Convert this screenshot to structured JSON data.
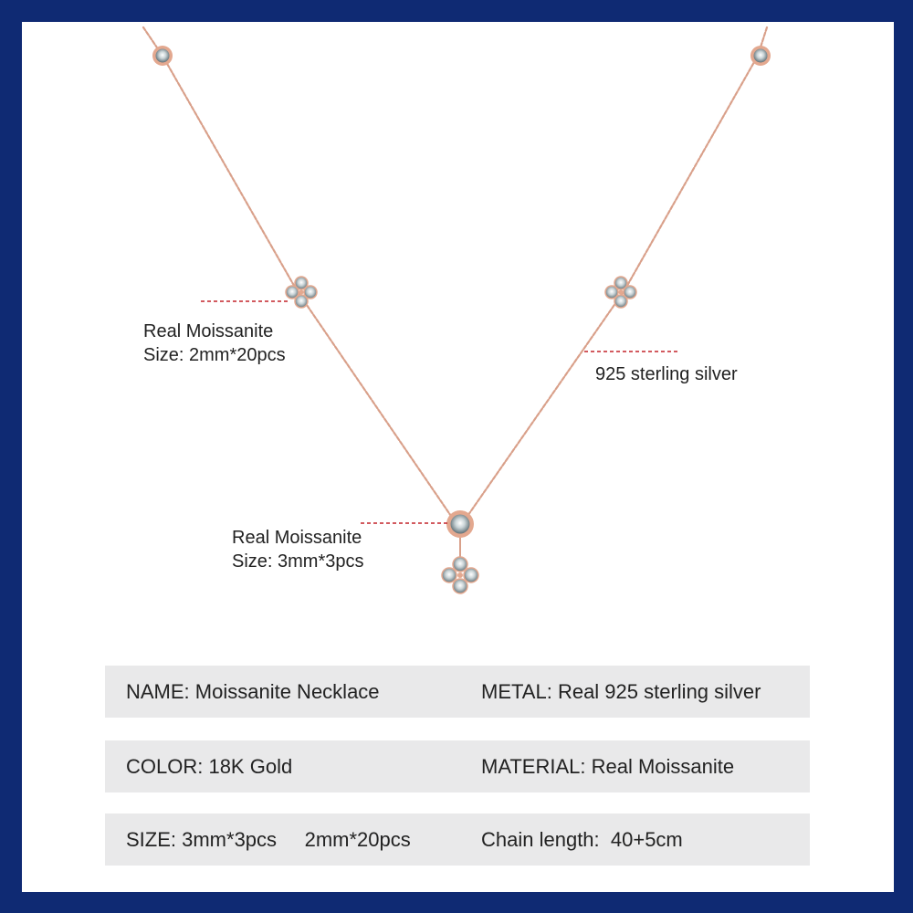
{
  "product": {
    "callouts": {
      "left_moissanite": {
        "title": "Real Moissanite",
        "size": "Size:  2mm*20pcs"
      },
      "right_silver": {
        "title": "925 sterling silver"
      },
      "center_moissanite": {
        "title": "Real Moissanite",
        "size": "Size:  3mm*3pcs"
      }
    },
    "spec_rows": [
      {
        "left": "NAME: Moissanite Necklace",
        "right": "METAL: Real 925 sterling silver"
      },
      {
        "left": "COLOR: 18K Gold",
        "right": "MATERIAL: Real Moissanite"
      },
      {
        "left": "SIZE: 3mm*3pcs     2mm*20pcs",
        "right": "Chain length:  40+5cm"
      }
    ]
  },
  "colors": {
    "border": "#0f2a73",
    "chain": "#d9a08a",
    "leader_line": "#c4232a",
    "row_bg": "#e9e9ea"
  }
}
